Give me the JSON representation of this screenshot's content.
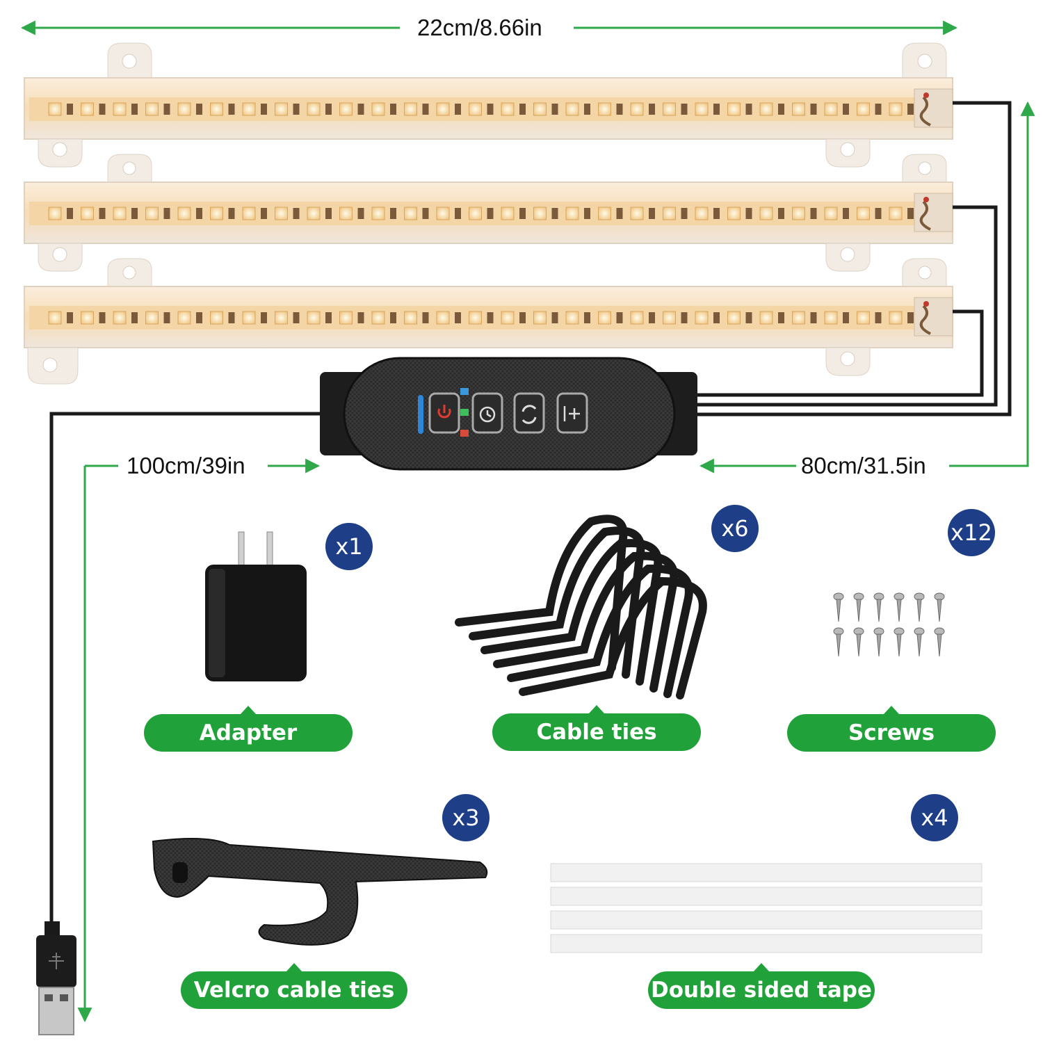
{
  "dimensions": {
    "strip_length": "22cm/8.66in",
    "usb_cable_length": "100cm/39in",
    "controller_cable_length": "80cm/31.5in"
  },
  "items": [
    {
      "label": "Adapter",
      "count": "x1"
    },
    {
      "label": "Cable ties",
      "count": "x6"
    },
    {
      "label": "Screws",
      "count": "x12"
    },
    {
      "label": "Velcro cable ties",
      "count": "x3"
    },
    {
      "label": "Double sided tape",
      "count": "x4"
    }
  ],
  "colors": {
    "accent_green": "#21a13a",
    "dimension_line_green": "#2fa84a",
    "badge_navy": "#1e3f88",
    "led_warm": "#f3c98a",
    "cable_black": "#1a1a1a"
  },
  "icons": {
    "controller_buttons": [
      "power-icon",
      "timer-icon",
      "cycle-icon",
      "brightness-plus-icon"
    ]
  }
}
